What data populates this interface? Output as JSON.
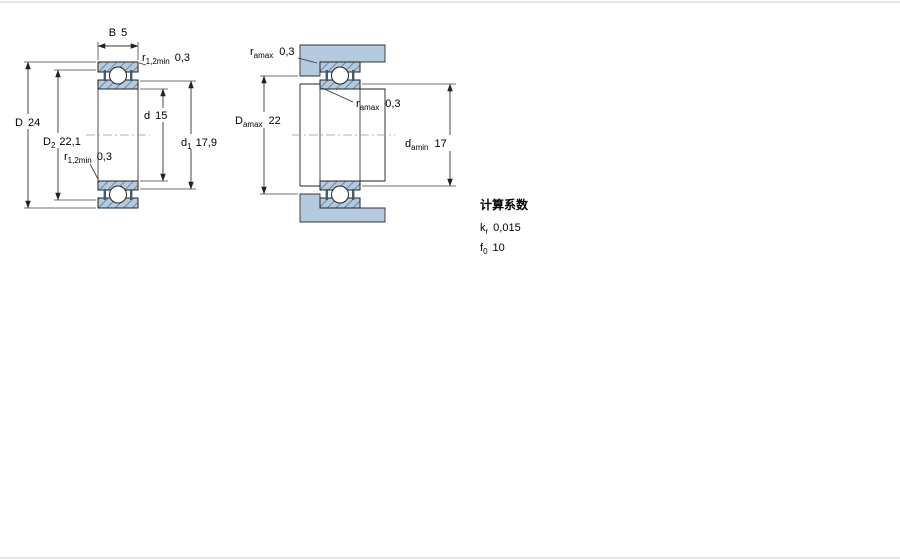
{
  "drawing": {
    "left_view": {
      "b": {
        "label": "B",
        "value": "5"
      },
      "r_top": {
        "label": "r",
        "sub": "1,2min",
        "value": "0,3"
      },
      "D": {
        "label": "D",
        "value": "24"
      },
      "d": {
        "label": "d",
        "value": "15"
      },
      "D2": {
        "label": "D",
        "sub": "2",
        "value": "22,1"
      },
      "d1": {
        "label": "d",
        "sub": "1",
        "value": "17,9"
      },
      "r_bottom": {
        "label": "r",
        "sub": "1,2min",
        "value": "0,3"
      }
    },
    "right_view": {
      "ra_top": {
        "label": "r",
        "sub": "amax",
        "value": "0,3"
      },
      "Da": {
        "label": "D",
        "sub": "amax",
        "value": "22"
      },
      "ra_mid": {
        "label": "r",
        "sub": "amax",
        "value": "0,3"
      },
      "da": {
        "label": "d",
        "sub": "amin",
        "value": "17"
      }
    },
    "factors": {
      "heading": "计算系数",
      "kr": {
        "label": "k",
        "sub": "r",
        "value": "0,015"
      },
      "f0": {
        "label": "f",
        "sub": "0",
        "value": "10"
      }
    },
    "colors": {
      "section_fill": "#b3cadf",
      "hatch_line": "#6b8ba4",
      "line": "#333333"
    }
  }
}
